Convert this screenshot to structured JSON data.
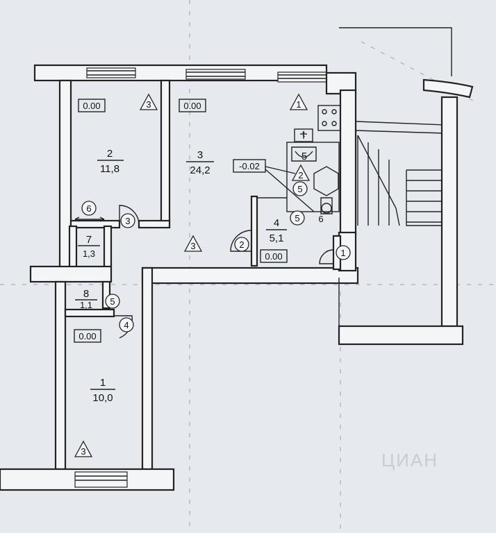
{
  "rooms": [
    {
      "number": "2",
      "area": "11,8"
    },
    {
      "number": "3",
      "area": "24,2"
    },
    {
      "number": "4",
      "area": "5,1"
    },
    {
      "number": "5",
      "area": ""
    },
    {
      "number": "7",
      "area": "1,3"
    },
    {
      "number": "8",
      "area": "1,1"
    },
    {
      "number": "1",
      "area": "10,0"
    }
  ],
  "levels": [
    "0.00",
    "0.00",
    "-0.02",
    "0.00",
    "0.00"
  ],
  "markers": {
    "triangles": [
      "3",
      "1",
      "2",
      "3",
      "3"
    ],
    "circles": [
      "5",
      "5",
      "6",
      "3",
      "2",
      "1",
      "5",
      "4"
    ]
  },
  "misc": {
    "room6_label": "6",
    "stove_label": "t"
  },
  "watermark": "ЦИАН"
}
